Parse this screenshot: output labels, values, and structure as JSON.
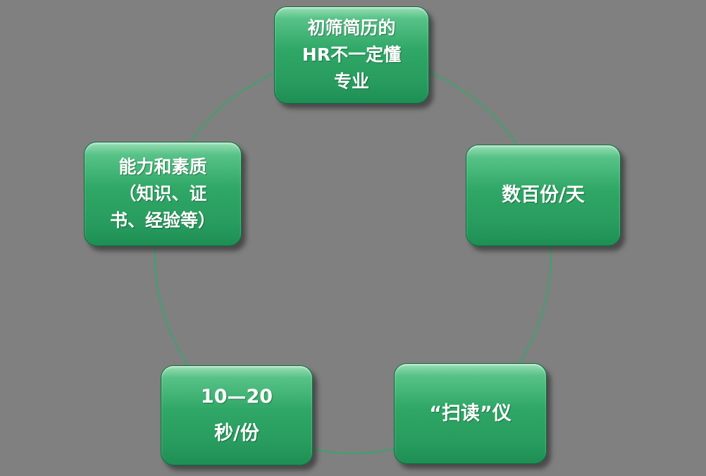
{
  "background_color": "#808080",
  "diagram": {
    "type": "cycle",
    "node_fill": "#2fa766",
    "node_text_color": "#ffffff",
    "ring_color": "#3da26e",
    "nodes": [
      {
        "id": "initial-screening-hr",
        "position": "top",
        "text": "初筛简历的\nHR不一定懂\n专业"
      },
      {
        "id": "hundreds-per-day",
        "position": "right",
        "text": "数百份/天"
      },
      {
        "id": "scan-reading-machine",
        "position": "bottom-right",
        "text": "“扫读”仪"
      },
      {
        "id": "seconds-per-copy",
        "position": "bottom-left",
        "text": "10—20\n秒/份"
      },
      {
        "id": "ability-and-quality",
        "position": "left",
        "text": "能力和素质\n（知识、证\n书、经验等）"
      }
    ]
  }
}
